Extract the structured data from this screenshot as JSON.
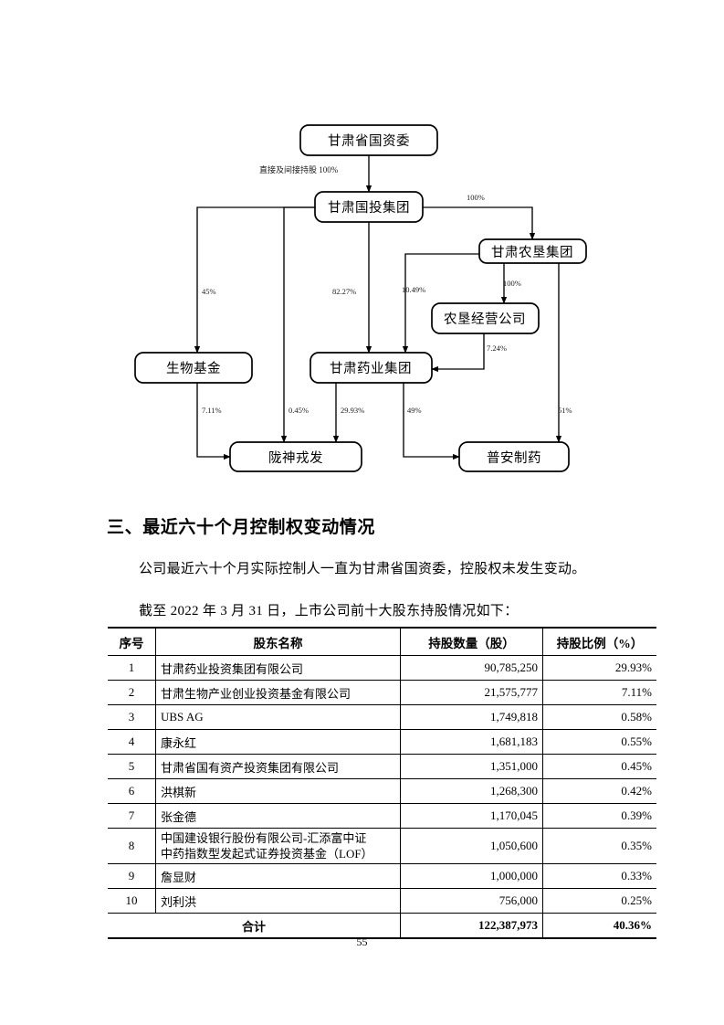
{
  "diagram": {
    "title": "ownership-structure-chart",
    "nodes": [
      {
        "id": "sasac",
        "label": "甘肃省国资委"
      },
      {
        "id": "gdgroup",
        "label": "甘肃国投集团"
      },
      {
        "id": "nongken",
        "label": "甘肃农垦集团"
      },
      {
        "id": "nongkenjy",
        "label": "农垦经营公司"
      },
      {
        "id": "biofund",
        "label": "生物基金"
      },
      {
        "id": "yaoye",
        "label": "甘肃药业集团"
      },
      {
        "id": "longshen",
        "label": "陇神戎发"
      },
      {
        "id": "puan",
        "label": "普安制药"
      }
    ],
    "edges": [
      {
        "from": "sasac",
        "to": "gdgroup",
        "label": "直接及间接持股 100%"
      },
      {
        "from": "gdgroup",
        "to": "nongken",
        "label": "100%"
      },
      {
        "from": "gdgroup",
        "to": "biofund",
        "label": "45%"
      },
      {
        "from": "gdgroup",
        "to": "yaoye",
        "label": "82.27%"
      },
      {
        "from": "gdgroup",
        "to": "longshen",
        "label": "0.45%"
      },
      {
        "from": "nongken",
        "to": "yaoye",
        "label": "10.49%"
      },
      {
        "from": "nongken",
        "to": "nongkenjy",
        "label": "100%"
      },
      {
        "from": "nongken",
        "to": "puan",
        "label": "51%"
      },
      {
        "from": "nongkenjy",
        "to": "yaoye",
        "label": "7.24%"
      },
      {
        "from": "biofund",
        "to": "longshen",
        "label": "7.11%"
      },
      {
        "from": "yaoye",
        "to": "longshen",
        "label": "29.93%"
      },
      {
        "from": "yaoye",
        "to": "puan",
        "label": "49%"
      }
    ]
  },
  "section": {
    "heading": "三、最近六十个月控制权变动情况",
    "paragraph1": "公司最近六十个月实际控制人一直为甘肃省国资委，控股权未发生变动。",
    "paragraph2": "截至 2022 年 3 月 31 日，上市公司前十大股东持股情况如下："
  },
  "table": {
    "columns": [
      "序号",
      "股东名称",
      "持股数量（股）",
      "持股比例（%）"
    ],
    "rows": [
      {
        "index": "1",
        "name": "甘肃药业投资集团有限公司",
        "qty": "90,785,250",
        "pct": "29.93%"
      },
      {
        "index": "2",
        "name": "甘肃生物产业创业投资基金有限公司",
        "qty": "21,575,777",
        "pct": "7.11%"
      },
      {
        "index": "3",
        "name": "UBS AG",
        "qty": "1,749,818",
        "pct": "0.58%"
      },
      {
        "index": "4",
        "name": "康永红",
        "qty": "1,681,183",
        "pct": "0.55%"
      },
      {
        "index": "5",
        "name": "甘肃省国有资产投资集团有限公司",
        "qty": "1,351,000",
        "pct": "0.45%"
      },
      {
        "index": "6",
        "name": "洪棋新",
        "qty": "1,268,300",
        "pct": "0.42%"
      },
      {
        "index": "7",
        "name": "张金德",
        "qty": "1,170,045",
        "pct": "0.39%"
      },
      {
        "index": "8",
        "name_line1": "中国建设银行股份有限公司-汇添富中证",
        "name_line2": "中药指数型发起式证券投资基金（LOF）",
        "qty": "1,050,600",
        "pct": "0.35%"
      },
      {
        "index": "9",
        "name": "詹显财",
        "qty": "1,000,000",
        "pct": "0.33%"
      },
      {
        "index": "10",
        "name": "刘利洪",
        "qty": "756,000",
        "pct": "0.25%"
      }
    ],
    "total": {
      "label": "合计",
      "qty": "122,387,973",
      "pct": "40.36%"
    }
  },
  "footer": {
    "page_number": "55"
  }
}
